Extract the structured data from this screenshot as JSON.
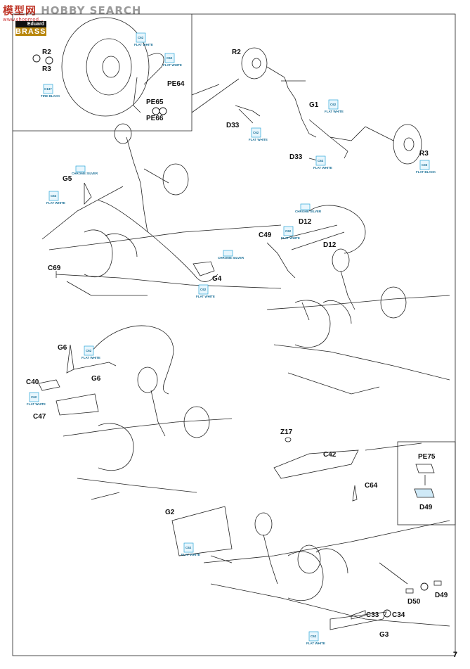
{
  "watermark": {
    "cn": "模型网",
    "en": "HOBBY SEARCH",
    "sub": "www.shopmod..."
  },
  "brand": {
    "top": "Eduard",
    "bottom": "BRASSIN"
  },
  "page_number": "7",
  "labels": {
    "R2a": "R2",
    "R3a": "R3",
    "PE64": "PE64",
    "PE65": "PE65",
    "PE66": "PE66",
    "R2b": "R2",
    "G1": "G1",
    "D33a": "D33",
    "D33b": "D33",
    "R3b": "R3",
    "G5": "G5",
    "C69": "C69",
    "G4": "G4",
    "C49": "C49",
    "D12a": "D12",
    "D12b": "D12",
    "G6a": "G6",
    "G6b": "G6",
    "C40": "C40",
    "C47": "C47",
    "Z17": "Z17",
    "C42": "C42",
    "C64": "C64",
    "G2": "G2",
    "C33": "C33",
    "C34": "C34",
    "D50": "D50",
    "D49a": "D49",
    "G3": "G3",
    "PE75": "PE75",
    "D49b": "D49"
  },
  "paints": {
    "flat_white": "FLAT WHITE",
    "chrome_silver": "CHROME SILVER",
    "tire_black": "TIRE BLACK",
    "flat_black": "FLAT BLACK",
    "c62": "C62",
    "c1": "C1",
    "c33": "C33",
    "c137": "C137"
  },
  "colors": {
    "line": "#222222",
    "paint_chip": "#2aa5d8",
    "brand_gold": "#b8860b"
  }
}
